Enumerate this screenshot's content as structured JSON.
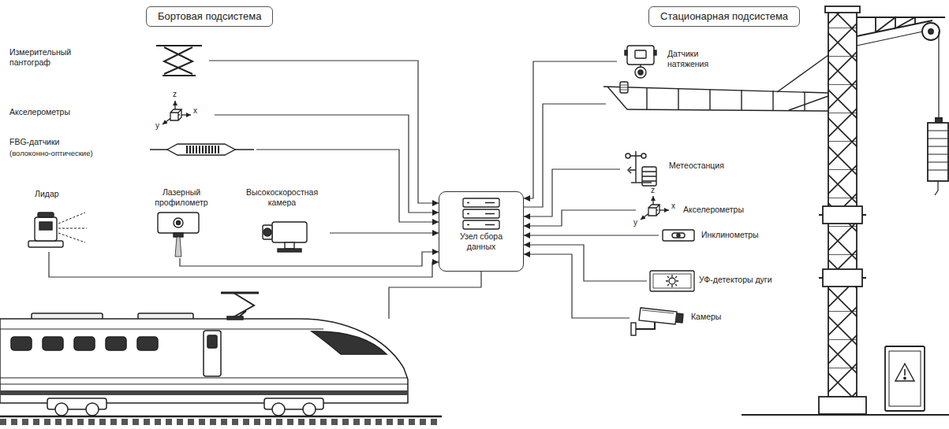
{
  "diagram": {
    "nodes": [
      {
        "text": [
          "Бортовая подсистема"
        ]
      },
      {
        "text": [
          "Стационарная подсистема"
        ]
      },
      {
        "text": [
          "Измерительный пантограф"
        ]
      },
      {
        "text": [
          "Акселерометры"
        ]
      },
      {
        "text": [
          "FBG-датчики",
          "(волоконно-оптические)"
        ]
      },
      {
        "text": [
          "Лидар"
        ]
      },
      {
        "text": [
          "Лазерный профилометр"
        ]
      },
      {
        "text": [
          "Высокоскоростная камера"
        ]
      },
      {
        "text": [
          "Узел сбора данных"
        ]
      },
      {
        "text": [
          "Датчики натяжения"
        ]
      },
      {
        "text": [
          "Метеостанция"
        ]
      },
      {
        "text": [
          "Акселерометры"
        ]
      },
      {
        "text": [
          "Инклинометры"
        ]
      },
      {
        "text": [
          "УФ-детекторы дуги"
        ]
      },
      {
        "text": [
          "Камеры"
        ]
      }
    ],
    "edges": [
      {
        "from": 2,
        "to": 8,
        "arrow": "to"
      },
      {
        "from": 3,
        "to": 8,
        "arrow": "to"
      },
      {
        "from": 4,
        "to": 8,
        "arrow": "to"
      },
      {
        "from": 5,
        "to": 8,
        "arrow": "to"
      },
      {
        "from": 6,
        "to": 8,
        "arrow": "to"
      },
      {
        "from": 7,
        "to": 8,
        "arrow": "to"
      },
      {
        "from": 9,
        "to": 8,
        "arrow": "to"
      },
      {
        "from": 10,
        "to": 8,
        "arrow": "to"
      },
      {
        "from": 11,
        "to": 8,
        "arrow": "to"
      },
      {
        "from": 12,
        "to": 8,
        "arrow": "to"
      },
      {
        "from": 13,
        "to": 8,
        "arrow": "to"
      },
      {
        "from": 14,
        "to": 8,
        "arrow": "to"
      }
    ],
    "labels": [
      "z",
      "x",
      "y",
      "z",
      "x",
      "y"
    ]
  }
}
